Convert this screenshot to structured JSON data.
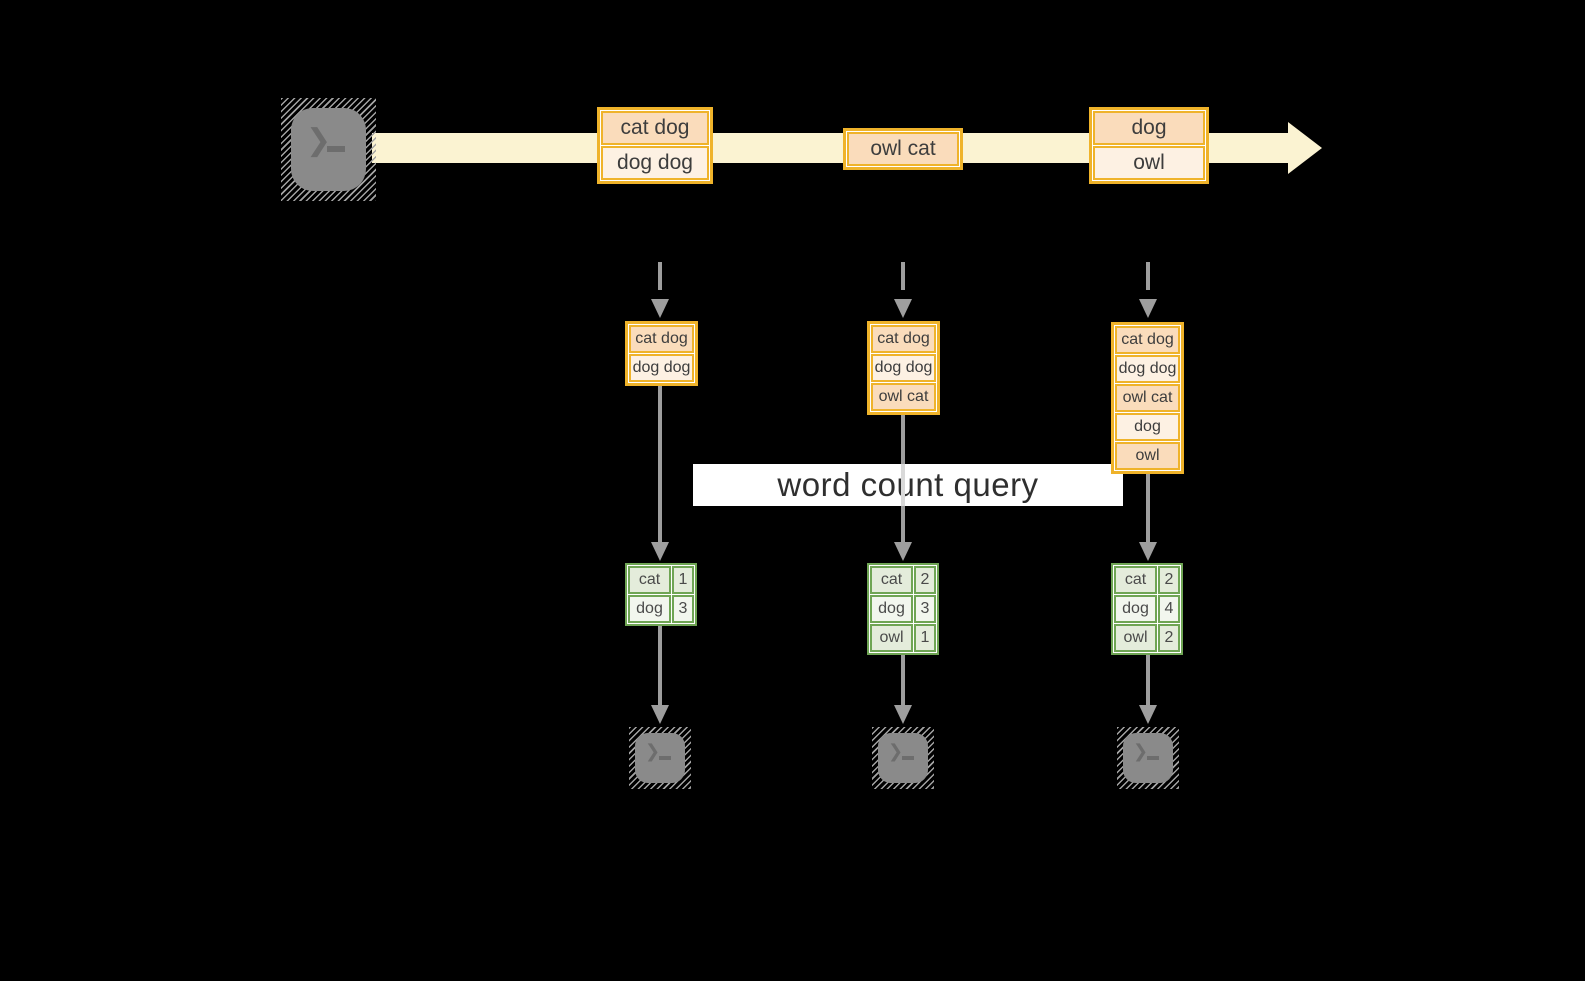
{
  "title": "streaming word count diagram",
  "banner": {
    "label": "word count query"
  },
  "stream": {
    "band_color": "#fbf3d2",
    "source_icon": "terminal-icon",
    "batches": [
      {
        "cells": [
          "cat dog",
          "dog dog"
        ]
      },
      {
        "cells": [
          "owl cat"
        ]
      },
      {
        "cells": [
          "dog",
          "owl"
        ]
      }
    ]
  },
  "columns": [
    {
      "stack": {
        "cells": [
          "cat dog",
          "dog dog"
        ]
      },
      "counts": {
        "rows": [
          [
            "cat",
            "1"
          ],
          [
            "dog",
            "3"
          ]
        ]
      },
      "sink_icon": "terminal-icon"
    },
    {
      "stack": {
        "cells": [
          "cat dog",
          "dog dog",
          "owl cat"
        ]
      },
      "counts": {
        "rows": [
          [
            "cat",
            "2"
          ],
          [
            "dog",
            "3"
          ],
          [
            "owl",
            "1"
          ]
        ]
      },
      "sink_icon": "terminal-icon"
    },
    {
      "stack": {
        "cells": [
          "cat dog",
          "dog dog",
          "owl cat",
          "dog",
          "owl"
        ]
      },
      "counts": {
        "rows": [
          [
            "cat",
            "2"
          ],
          [
            "dog",
            "4"
          ],
          [
            "owl",
            "2"
          ]
        ]
      },
      "sink_icon": "terminal-icon"
    }
  ],
  "colors": {
    "background": "#000000",
    "stream_band": "#fbf3d2",
    "box_border": "#efb32a",
    "box_cell_dark": "#fadcbb",
    "box_cell_light": "#fdf1e3",
    "table_border": "#6fa554",
    "table_cell_dark": "#e4ecdb",
    "table_cell_light": "#f2f6ee",
    "connector_gray": "#9e9e9e",
    "terminal_gray": "#8a8a8a"
  }
}
